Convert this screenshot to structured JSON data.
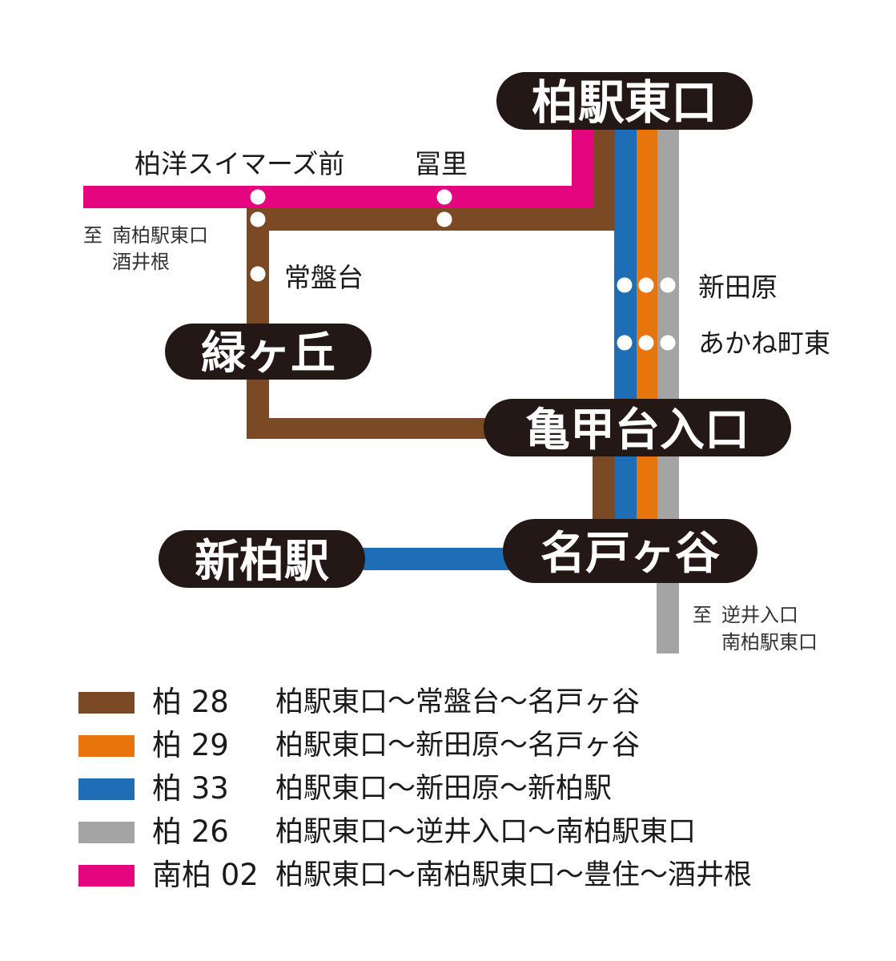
{
  "colors": {
    "brown": "#7b4a24",
    "orange": "#e8740d",
    "blue": "#1f6db5",
    "gray": "#a4a4a4",
    "magenta": "#e4057f",
    "hub_bg": "#231815",
    "text": "#1a1a1a"
  },
  "hubs": {
    "kashiwa_east": "柏駅東口",
    "midorigaoka": "緑ヶ丘",
    "kamegadai": "亀甲台入口",
    "shinkashiwa": "新柏駅",
    "nadogaya": "名戸ヶ谷"
  },
  "stops": {
    "hakuyo": "柏洋スイマーズ前",
    "tomisato": "冨里",
    "tokiwadai": "常盤台",
    "nittahara": "新田原",
    "akanecho": "あかね町東"
  },
  "destinations": {
    "west": {
      "prefix": "至",
      "line1": "南柏駅東口",
      "line2": "酒井根"
    },
    "south": {
      "prefix": "至",
      "line1": "逆井入口",
      "line2": "南柏駅東口"
    }
  },
  "legend": [
    {
      "code": "柏 28",
      "route": "柏駅東口〜常盤台〜名戸ヶ谷",
      "color": "#7b4a24"
    },
    {
      "code": "柏 29",
      "route": "柏駅東口〜新田原〜名戸ヶ谷",
      "color": "#e8740d"
    },
    {
      "code": "柏 33",
      "route": "柏駅東口〜新田原〜新柏駅",
      "color": "#1f6db5"
    },
    {
      "code": "柏 26",
      "route": "柏駅東口〜逆井入口〜南柏駅東口",
      "color": "#a4a4a4"
    },
    {
      "code": "南柏 02",
      "route": "柏駅東口〜南柏駅東口〜豊住〜酒井根",
      "color": "#e4057f"
    }
  ]
}
